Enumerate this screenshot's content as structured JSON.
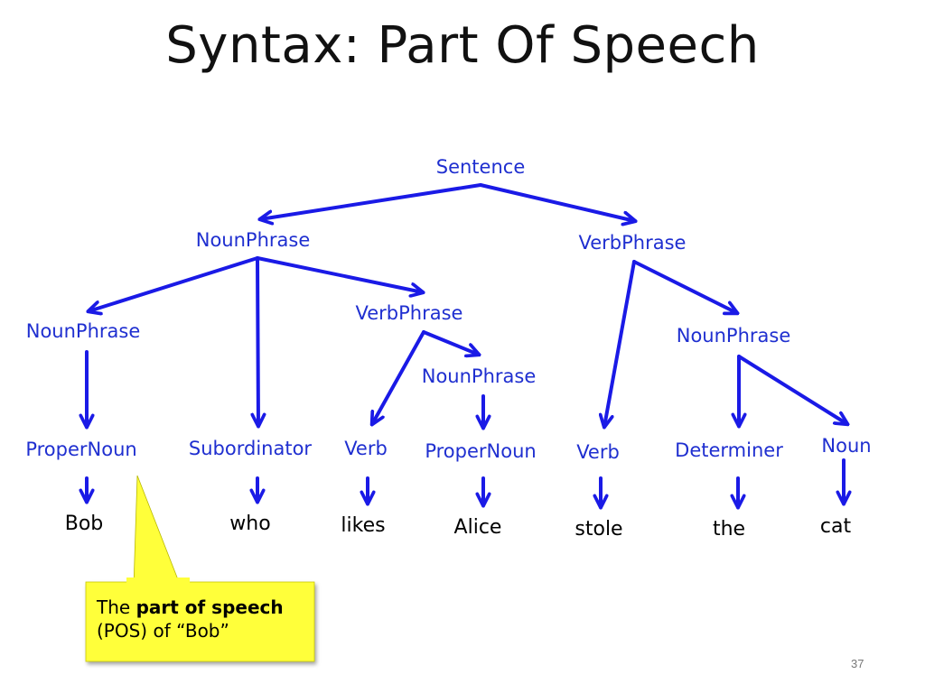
{
  "slide": {
    "title": "Syntax: Part Of Speech",
    "page_number": "37"
  },
  "tree": {
    "nodes": [
      {
        "id": "sentence",
        "label": "Sentence"
      },
      {
        "id": "np_main",
        "label": "NounPhrase"
      },
      {
        "id": "vp_main",
        "label": "VerbPhrase"
      },
      {
        "id": "np_bob",
        "label": "NounPhrase"
      },
      {
        "id": "vp_rel",
        "label": "VerbPhrase"
      },
      {
        "id": "np_alice",
        "label": "NounPhrase"
      },
      {
        "id": "np_obj",
        "label": "NounPhrase"
      },
      {
        "id": "pn_bob",
        "label": "ProperNoun"
      },
      {
        "id": "sub_who",
        "label": "Subordinator"
      },
      {
        "id": "verb_likes",
        "label": "Verb"
      },
      {
        "id": "pn_alice",
        "label": "ProperNoun"
      },
      {
        "id": "verb_stole",
        "label": "Verb"
      },
      {
        "id": "det_the",
        "label": "Determiner"
      },
      {
        "id": "noun_cat",
        "label": "Noun"
      }
    ],
    "words": [
      {
        "id": "w_bob",
        "text": "Bob"
      },
      {
        "id": "w_who",
        "text": "who"
      },
      {
        "id": "w_likes",
        "text": "likes"
      },
      {
        "id": "w_alice",
        "text": "Alice"
      },
      {
        "id": "w_stole",
        "text": "stole"
      },
      {
        "id": "w_the",
        "text": "the"
      },
      {
        "id": "w_cat",
        "text": "cat"
      }
    ],
    "edges": [
      [
        "sentence",
        "np_main"
      ],
      [
        "sentence",
        "vp_main"
      ],
      [
        "np_main",
        "np_bob"
      ],
      [
        "np_main",
        "sub_who"
      ],
      [
        "np_main",
        "vp_rel"
      ],
      [
        "vp_main",
        "verb_stole"
      ],
      [
        "vp_main",
        "np_obj"
      ],
      [
        "np_bob",
        "pn_bob"
      ],
      [
        "vp_rel",
        "verb_likes"
      ],
      [
        "vp_rel",
        "np_alice"
      ],
      [
        "np_alice",
        "pn_alice"
      ],
      [
        "np_obj",
        "det_the"
      ],
      [
        "np_obj",
        "noun_cat"
      ],
      [
        "pn_bob",
        "w_bob"
      ],
      [
        "sub_who",
        "w_who"
      ],
      [
        "verb_likes",
        "w_likes"
      ],
      [
        "pn_alice",
        "w_alice"
      ],
      [
        "verb_stole",
        "w_stole"
      ],
      [
        "det_the",
        "w_the"
      ],
      [
        "noun_cat",
        "w_cat"
      ]
    ],
    "edge_color": "#1a1ae6",
    "label_color": "#1f2fd0"
  },
  "callout": {
    "prefix": "The ",
    "bold": "part of speech",
    "line2": "(POS) of “Bob”",
    "background": "#ffff3a"
  }
}
